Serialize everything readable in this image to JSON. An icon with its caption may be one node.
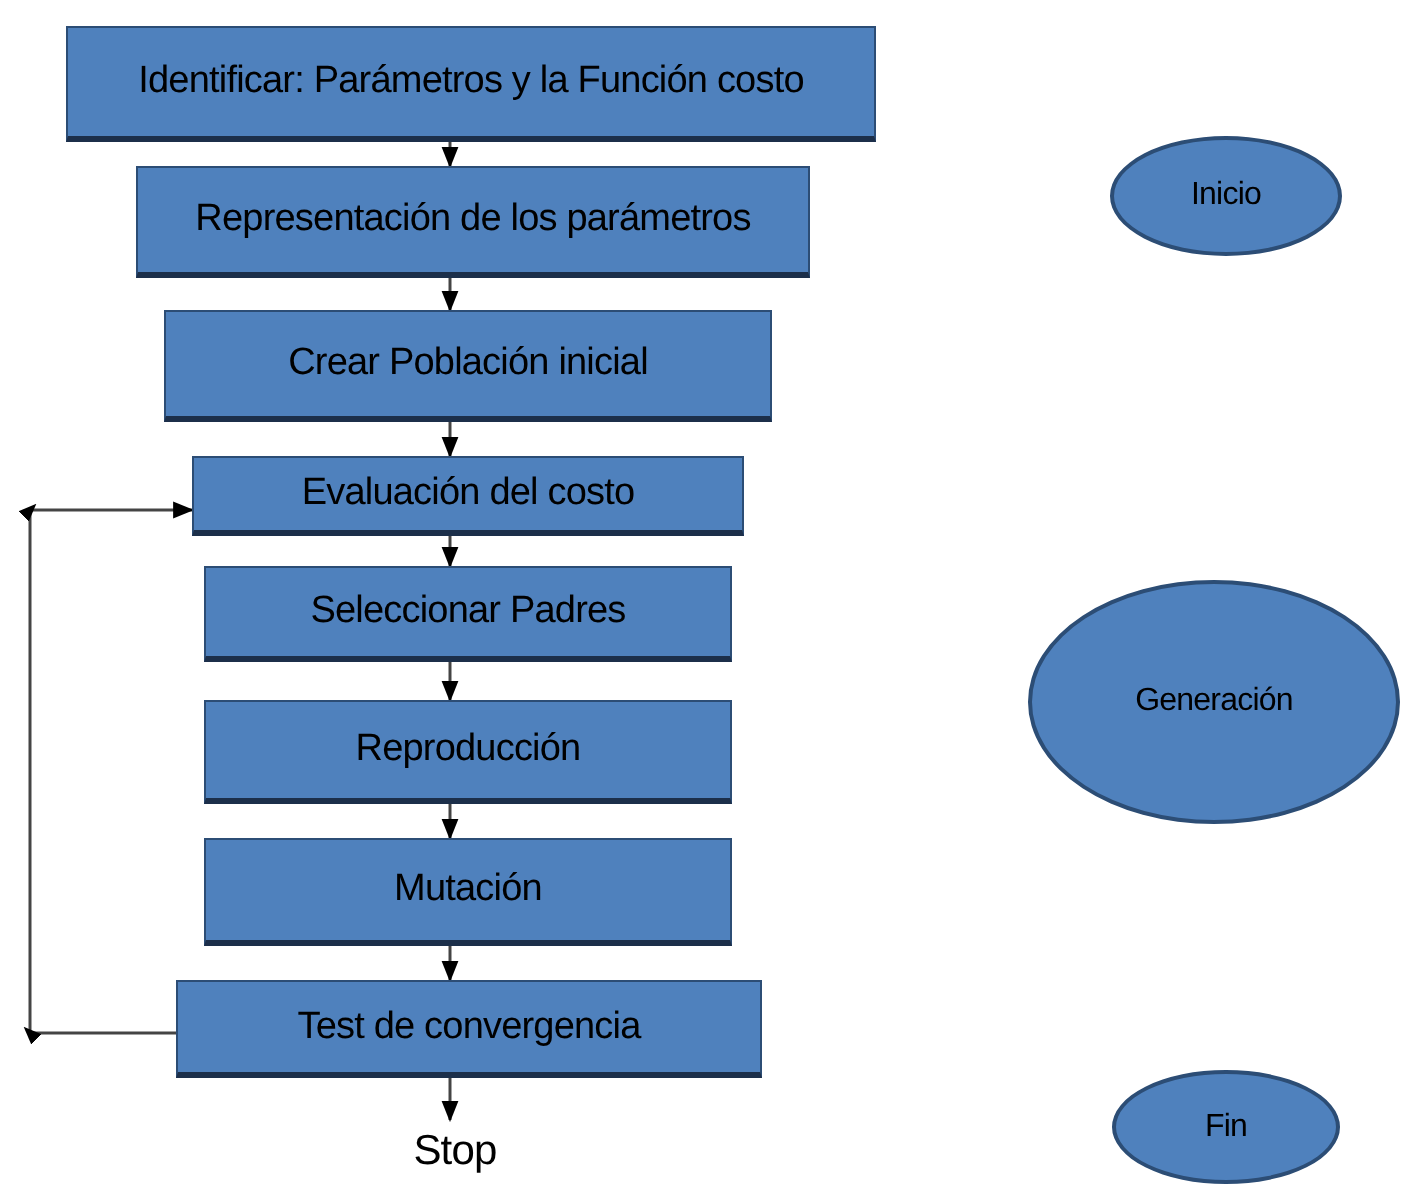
{
  "diagram": {
    "nodes": [
      {
        "text": [
          "Identificar: Parámetros y la Función costo"
        ]
      },
      {
        "text": [
          "Representación de los parámetros"
        ]
      },
      {
        "text": [
          "Crear Población inicial"
        ]
      },
      {
        "text": [
          "Evaluación del costo"
        ]
      },
      {
        "text": [
          "Seleccionar Padres"
        ]
      },
      {
        "text": [
          "Reproducción"
        ]
      },
      {
        "text": [
          "Mutación"
        ]
      },
      {
        "text": [
          "Test de convergencia"
        ]
      },
      {
        "text": [
          "Stop"
        ]
      },
      {
        "text": [
          "Inicio"
        ]
      },
      {
        "text": [
          "Generación"
        ]
      },
      {
        "text": [
          "Fin"
        ]
      }
    ],
    "edges": [
      {
        "from": 0,
        "to": 1,
        "arrow": "to"
      },
      {
        "from": 1,
        "to": 2,
        "arrow": "to"
      },
      {
        "from": 2,
        "to": 3,
        "arrow": "to"
      },
      {
        "from": 3,
        "to": 4,
        "arrow": "to"
      },
      {
        "from": 4,
        "to": 5,
        "arrow": "to"
      },
      {
        "from": 5,
        "to": 6,
        "arrow": "to"
      },
      {
        "from": 6,
        "to": 7,
        "arrow": "to"
      },
      {
        "from": 7,
        "to": 8,
        "arrow": "to"
      },
      {
        "from": 7,
        "to": 3,
        "arrow": "to"
      }
    ]
  }
}
